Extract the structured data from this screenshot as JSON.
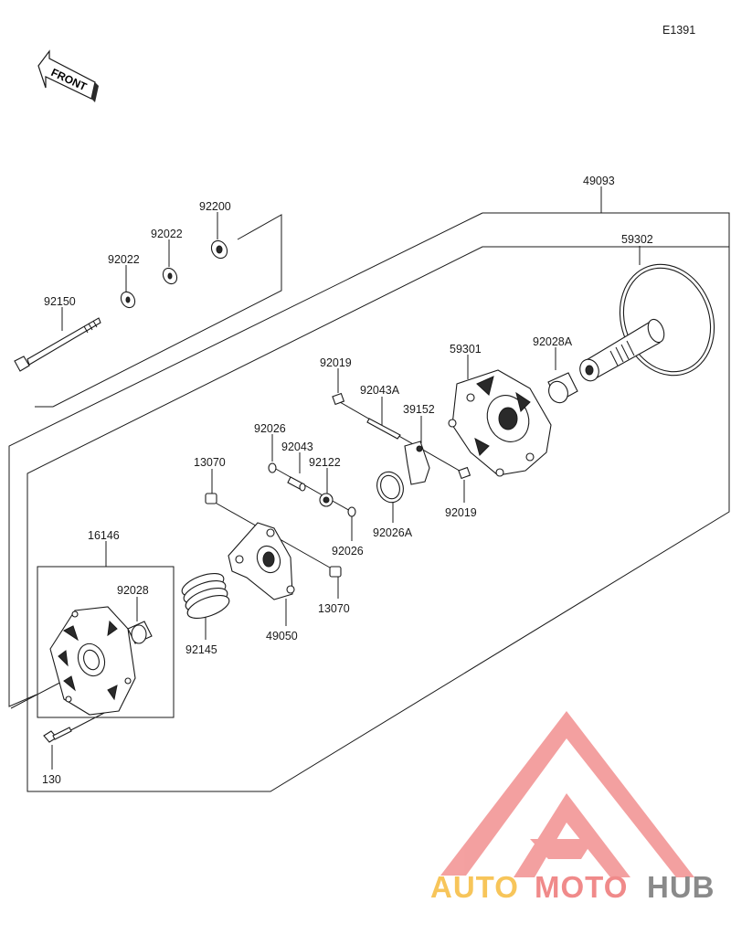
{
  "diagram": {
    "code": "E1391",
    "front_label": "FRONT",
    "part_labels": {
      "p49093": "49093",
      "p59302": "59302",
      "p92200": "92200",
      "p92022a": "92022",
      "p92022b": "92022",
      "p92150": "92150",
      "p59301": "59301",
      "p92028A": "92028A",
      "p92019a": "92019",
      "p92043A": "92043A",
      "p39152": "39152",
      "p92026a": "92026",
      "p92043": "92043",
      "p92122": "92122",
      "p13070a": "13070",
      "p92019b": "92019",
      "p92026A": "92026A",
      "p92026b": "92026",
      "p16146": "16146",
      "p92028": "92028",
      "p92145": "92145",
      "p49050": "49050",
      "p13070b": "13070",
      "p130": "130"
    }
  },
  "watermark": {
    "brand_part1": "AUTO",
    "brand_part2": "MOTO",
    "brand_part3": "HUB",
    "colors": {
      "red": "#f08a8a",
      "yellow": "#f7c55a",
      "gray": "#8a8a8a"
    }
  }
}
